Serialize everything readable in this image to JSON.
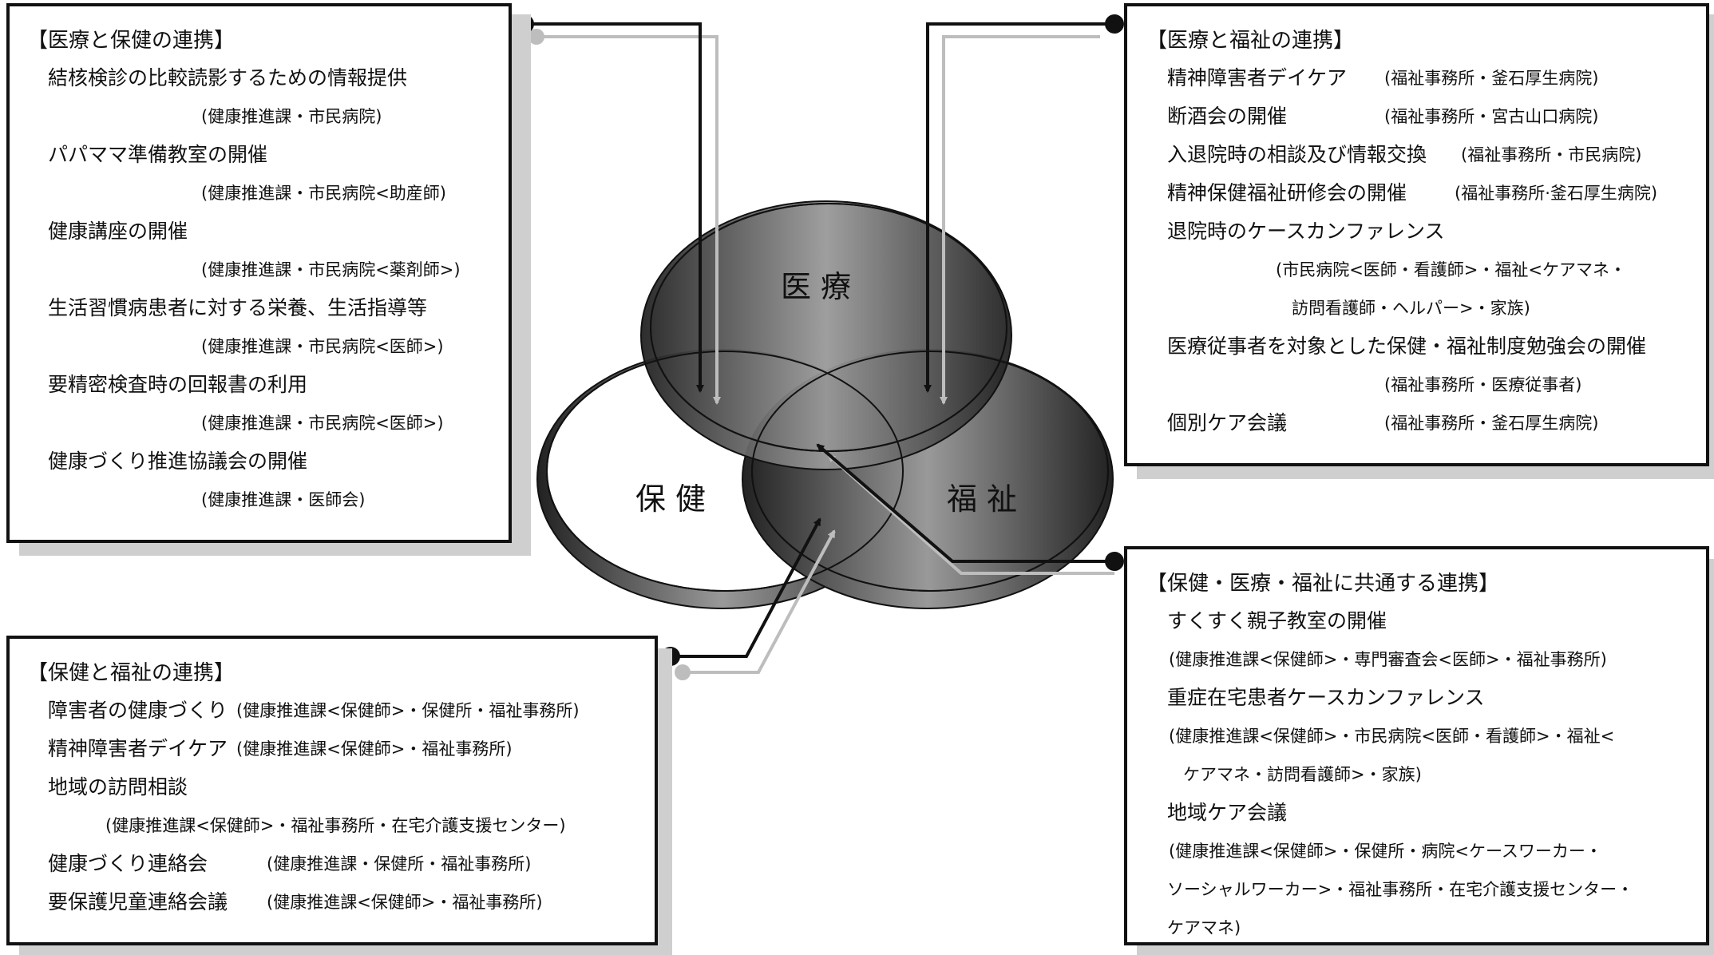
{
  "circles": {
    "medical": "医 療",
    "health": "保 健",
    "welfare": "福 祉"
  },
  "box_medical_health": {
    "title": "【医療と保健の連携】",
    "rows": [
      "結核検診の比較読影するための情報提供",
      "(健康推進課・市民病院)",
      "パパママ準備教室の開催",
      "(健康推進課・市民病院<助産師)",
      "健康講座の開催",
      "(健康推進課・市民病院<薬剤師>)",
      "生活習慣病患者に対する栄養、生活指導等",
      "(健康推進課・市民病院<医師>)",
      "要精密検査時の回報書の利用",
      "(健康推進課・市民病院<医師>)",
      "健康づくり推進協議会の開催",
      "(健康推進課・医師会)"
    ]
  },
  "box_medical_welfare": {
    "title": "【医療と福祉の連携】",
    "rows": [
      "精神障害者デイケア",
      "(福祉事務所・釜石厚生病院)",
      "断酒会の開催",
      "(福祉事務所・宮古山口病院)",
      "入退院時の相談及び情報交換",
      "(福祉事務所・市民病院)",
      "精神保健福祉研修会の開催",
      "(福祉事務所·釜石厚生病院)",
      "退院時のケースカンファレンス",
      "(市民病院<医師・看護師>・福祉<ケアマネ・",
      "訪問看護師・ヘルパー>・家族)",
      "医療従事者を対象とした保健・福祉制度勉強会の開催",
      "(福祉事務所・医療従事者)",
      "個別ケア会議",
      "(福祉事務所・釜石厚生病院)"
    ]
  },
  "box_health_welfare": {
    "title": "【保健と福祉の連携】",
    "rows": [
      "障害者の健康づくり",
      "(健康推進課<保健師>・保健所・福祉事務所)",
      "精神障害者デイケア",
      "(健康推進課<保健師>・福祉事務所)",
      "地域の訪問相談",
      "(健康推進課<保健師>・福祉事務所・在宅介護支援センター)",
      "健康づくり連絡会",
      "(健康推進課・保健所・福祉事務所)",
      "要保護児童連絡会議",
      "(健康推進課<保健師>・福祉事務所)"
    ]
  },
  "box_common": {
    "title": "【保健・医療・福祉に共通する連携】",
    "rows": [
      "すくすく親子教室の開催",
      "(健康推進課<保健師>・専門審査会<医師>・福祉事務所)",
      "重症在宅患者ケースカンファレンス",
      "(健康推進課<保健師>・市民病院<医師・看護師>・福祉<",
      "ケアマネ・訪問看護師>・家族)",
      "地域ケア会議",
      "(健康推進課<保健師>・保健所・病院<ケースワーカー・",
      "ソーシャルワーカー>・福祉事務所・在宅介護支援センター・",
      "ケアマネ)"
    ]
  }
}
